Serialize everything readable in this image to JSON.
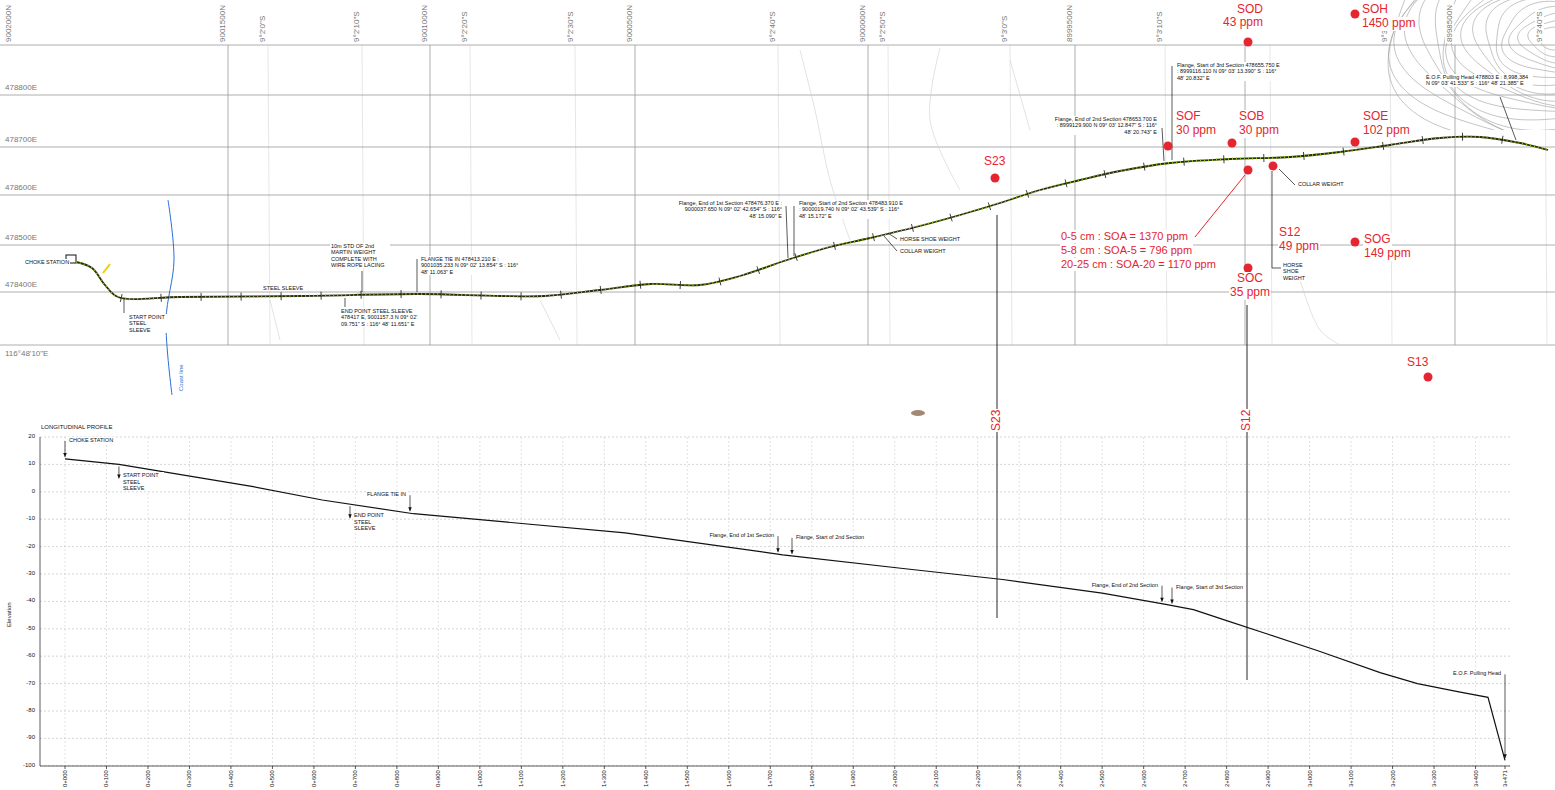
{
  "diagram": {
    "labels": [
      "9002000N",
      "9001500N",
      "9°2'0\"S",
      "9°2'10\"S",
      "9001000N",
      "9°2'20\"S",
      "9°2'30\"S",
      "9000500N",
      "9°2'40\"S",
      "9000000N",
      "9°2'50\"S",
      "9°3'0\"S",
      "8999500N",
      "9°3'10\"S",
      "9°3'30\"S",
      "8998500N",
      "9°3'40\"S",
      "478800E",
      "478700E",
      "478600E",
      "478500E",
      "478400E",
      "116°48'10\"E",
      "CHOKE STATION",
      "START POINT STEEL SLEEVE",
      "STEEL SLEEVE",
      "10m STD OF 2nd MARTIN WEIGHT COMPLETE WITH WIRE ROPE LACING",
      "END POINT STEEL SLEEVE 478417 E, 9001157.3 N 09° 02' 09.751\" S : 116° 48' 11.651\" E",
      "FLANGE TIE IN 478413.210 E : 9001035.233 N 09° 02' 13.854\" S : 116° 48' 11.063\" E",
      "Flange, End of 1st Section 478476.370 E : 9000037.650 N 09° 02' 42.654\" S : 116° 48' 15.090\" E",
      "Flange, Start of 2nd Section 478483.910 E : 9000019.740 N 09° 02' 43.539\" S : 116° 48' 15.172\" E",
      "HORSE SHOE WEIGHT",
      "COLLAR WEIGHT",
      "Flange, End of 2nd Section 478653.700 E : 8999129.900 N 09° 03' 12.847\" S : 116° 48' 20.743\" E",
      "Flange, Start of 3rd Section 478655.750 E : 8999116.110 N 09° 03' 13.390\" S : 116° 48' 20.832\" E",
      "COLLAR WEIGHT",
      "HORSE SHOE WEIGHT",
      "E.O.F. Pulling Head 478803 E : 8,998,384 N 09° 03' 41.533\" S : 116° 48' 21.385\" E",
      "Coast line",
      "SOD",
      "43 ppm",
      "SOH",
      "1450 ppm",
      "SOF",
      "30 ppm",
      "SOB",
      "30 ppm",
      "SOE",
      "102 ppm",
      "S23",
      "0-5 cm : SOA = 1370 ppm",
      "5-8 cm : SOA-5 = 796 ppm",
      "20-25 cm : SOA-20 = 1170 ppm",
      "S12",
      "49 ppm",
      "SOG",
      "149 ppm",
      "SOC",
      "35 ppm",
      "S13",
      "S23",
      "S12",
      "LONGITUDINAL PROFILE",
      "Elevation",
      "20",
      "10",
      "0",
      "-10",
      "-20",
      "-30",
      "-40",
      "-50",
      "-60",
      "-70",
      "-80",
      "-90",
      "-100",
      "CHOKE STATION",
      "START POINT STEEL SLEEVE",
      "FLANGE TIE IN",
      "END POINT STEEL SLEEVE",
      "Flange, End of 1st Section",
      "Flange, Start of 2nd Section",
      "Flange, End of 2nd Section",
      "Flange, Start of 3rd Section",
      "E.O.F. Pulling Head",
      "0+000",
      "0+100",
      "0+200",
      "0+300",
      "0+400",
      "0+500",
      "0+600",
      "0+700",
      "0+800",
      "0+900",
      "1+000",
      "1+100",
      "1+200",
      "1+300",
      "1+400",
      "1+500",
      "1+600",
      "1+700",
      "1+800",
      "1+900",
      "2+000",
      "2+100",
      "2+200",
      "2+300",
      "2+400",
      "2+500",
      "2+600",
      "2+700",
      "2+800",
      "2+900",
      "3+000",
      "3+100",
      "3+200",
      "3+300",
      "3+400",
      "3+471"
    ]
  }
}
